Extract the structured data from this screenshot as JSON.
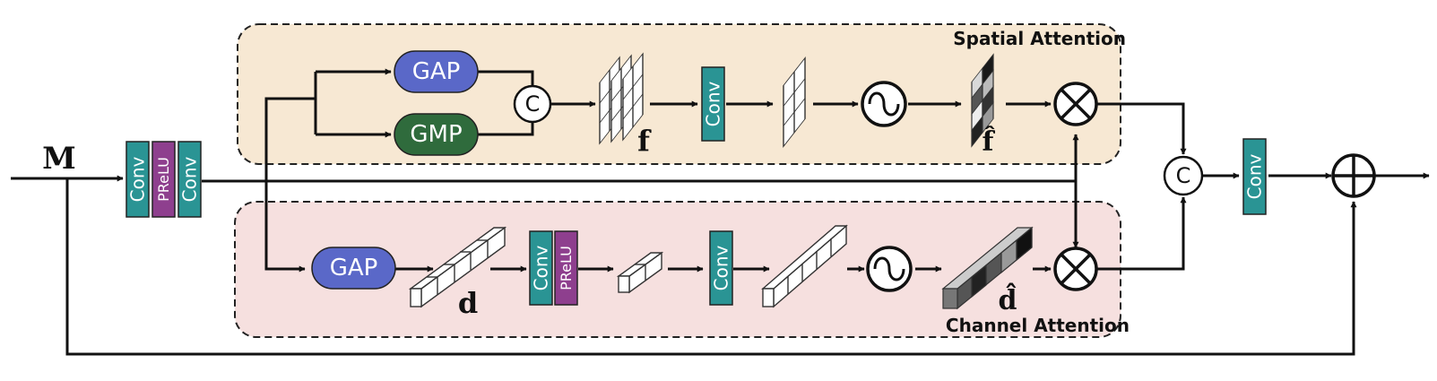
{
  "input": {
    "label": "M"
  },
  "front_stack": [
    "Conv",
    "PReLU",
    "Conv"
  ],
  "spatial": {
    "title": "Spatial Attention",
    "gap": "GAP",
    "gmp": "GMP",
    "concat": "C",
    "conv": "Conv",
    "feature": "f",
    "feature_hat": "f̂"
  },
  "channel": {
    "title": "Channel Attention",
    "gap": "GAP",
    "conv1": "Conv",
    "prelu": "PReLU",
    "conv2": "Conv",
    "feature": "d",
    "feature_hat": "d̂"
  },
  "fusion": {
    "concat": "C",
    "conv": "Conv"
  },
  "colors": {
    "conv": "#2a9494",
    "prelu": "#8e3f8e",
    "gap": "#5a68c8",
    "gmp": "#2f6b3c",
    "spatial_bg": "#f7e8d3",
    "channel_bg": "#f6e0df"
  }
}
